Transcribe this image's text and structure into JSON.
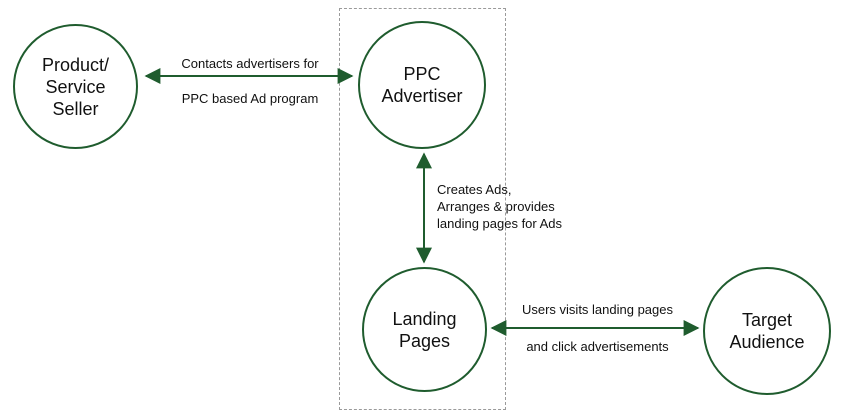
{
  "diagram": {
    "title": "PPC advertising flow diagram",
    "colors": {
      "accent": "#1f5c2e",
      "boundary": "#9a9a9a",
      "text": "#111111"
    },
    "nodes": {
      "seller": "Product/\nService\nSeller",
      "advertiser": "PPC\nAdvertiser",
      "landing": "Landing\nPages",
      "audience": "Target\nAudience"
    },
    "edges": {
      "seller_advertiser": {
        "line1": "Contacts advertisers for",
        "line2": "PPC based Ad program"
      },
      "advertiser_landing": {
        "text": "Creates Ads,\nArranges & provides\nlanding pages for Ads"
      },
      "landing_audience": {
        "line1": "Users visits landing pages",
        "line2": "and click advertisements"
      }
    }
  }
}
